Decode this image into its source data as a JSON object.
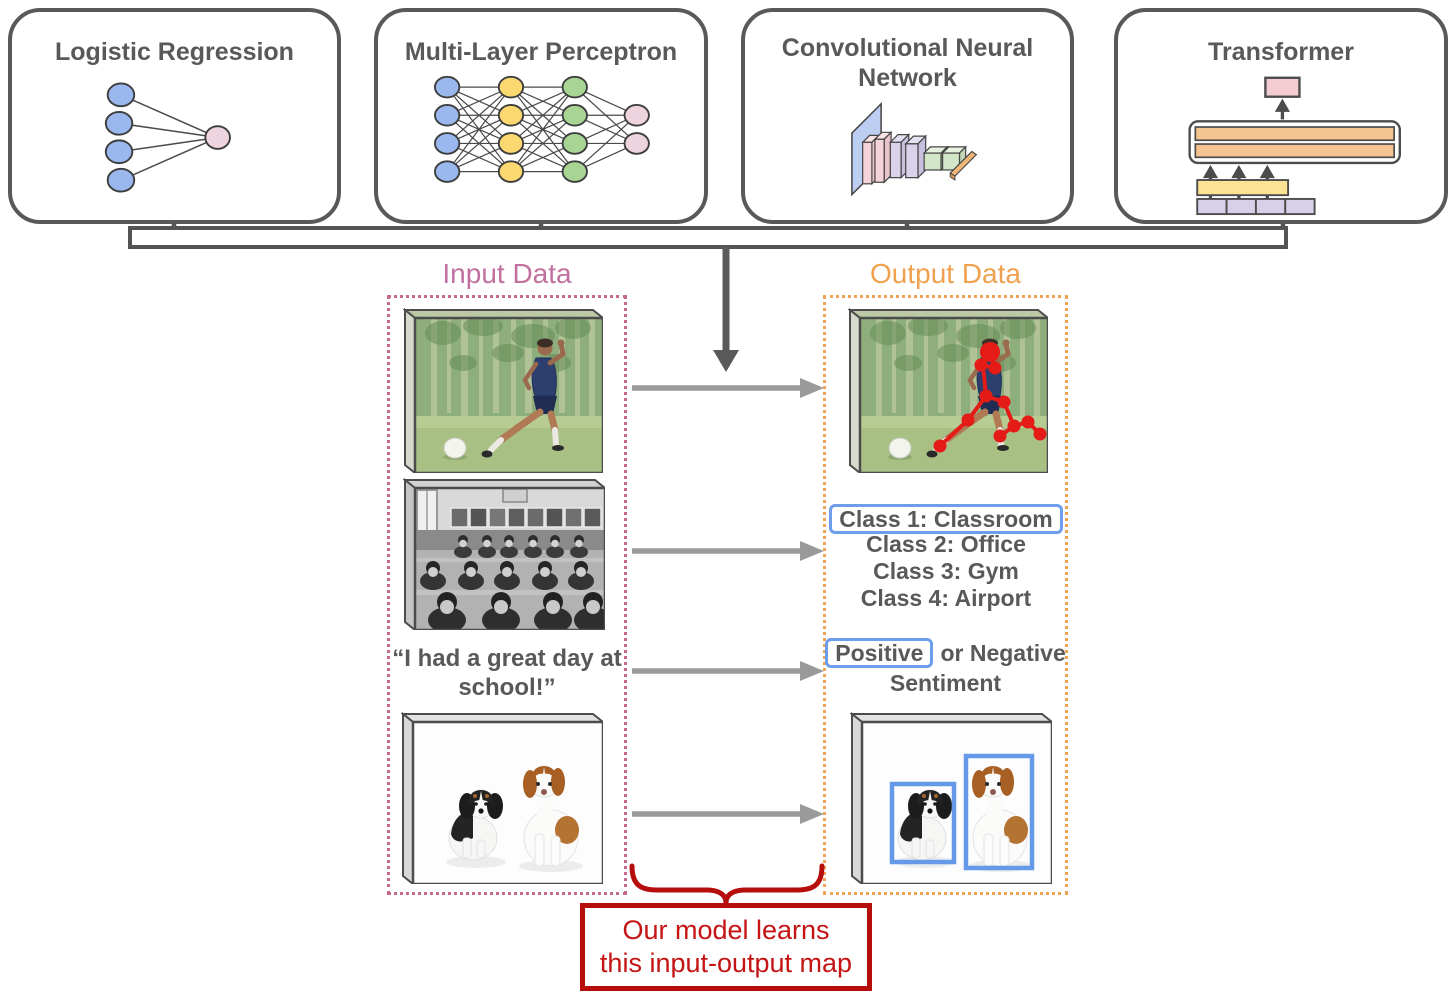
{
  "models": [
    {
      "name": "Logistic Regression",
      "icon": "logistic-regression-diagram"
    },
    {
      "name": "Multi-Layer Perceptron",
      "icon": "mlp-diagram"
    },
    {
      "name": "Convolutional Neural Network",
      "icon": "cnn-diagram"
    },
    {
      "name": "Transformer",
      "icon": "transformer-diagram"
    }
  ],
  "input": {
    "title": "Input Data",
    "items": [
      {
        "type": "image",
        "name": "soccer-player-photo"
      },
      {
        "type": "image",
        "name": "classroom-photo"
      },
      {
        "type": "text",
        "text": "“I had a great day at school!”"
      },
      {
        "type": "image",
        "name": "two-dogs-photo"
      }
    ]
  },
  "output": {
    "title": "Output Data",
    "items": [
      {
        "type": "image",
        "name": "soccer-player-pose-estimation"
      },
      {
        "type": "class-list"
      },
      {
        "type": "sentiment"
      },
      {
        "type": "image",
        "name": "dogs-object-detection"
      }
    ],
    "classes": [
      {
        "label": "Class 1: Classroom",
        "highlighted": true
      },
      {
        "label": "Class 2: Office",
        "highlighted": false
      },
      {
        "label": "Class 3: Gym",
        "highlighted": false
      },
      {
        "label": "Class 4: Airport",
        "highlighted": false
      }
    ],
    "sentiment": {
      "highlight": "Positive",
      "rest": "or Negative",
      "line2": "Sentiment"
    }
  },
  "annotation": {
    "label": "Our model learns this input-output map"
  },
  "colors": {
    "box_border": "#595959",
    "text_gray": "#595959",
    "input_accent": "#c2709e",
    "output_accent": "#f0a14f",
    "annotation_red": "#b60d0d",
    "highlight_blue": "#6d9eeb",
    "pose_red": "#e41b17",
    "arrow_gray": "#9a9a9a",
    "connector_gray": "#545454"
  }
}
